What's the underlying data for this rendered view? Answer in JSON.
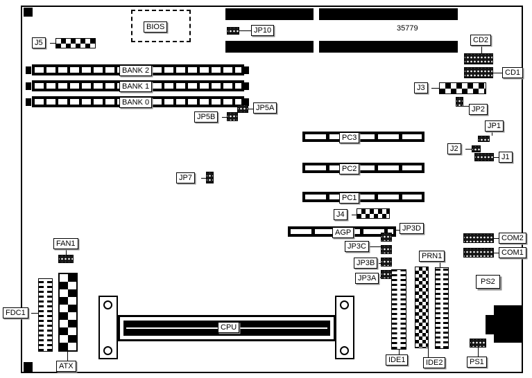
{
  "part_number": "35779",
  "colors": {
    "ink": "#000000",
    "paper": "#ffffff"
  },
  "labels": {
    "bios": "BIOS",
    "j5": "J5",
    "jp10": "JP10",
    "cd2": "CD2",
    "cd1": "CD1",
    "j3": "J3",
    "jp2": "JP2",
    "jp1": "JP1",
    "j2": "J2",
    "j1": "J1",
    "bank2": "BANK 2",
    "bank1": "BANK 1",
    "bank0": "BANK 0",
    "jp5b": "JP5B",
    "jp5a": "JP5A",
    "pc3": "PC3",
    "pc2": "PC2",
    "pc1": "PC1",
    "jp7": "JP7",
    "j4": "J4",
    "agp": "AGP",
    "jp3d": "JP3D",
    "jp3c": "JP3C",
    "jp3b": "JP3B",
    "jp3a": "JP3A",
    "com2": "COM2",
    "com1": "COM1",
    "prn1": "PRN1",
    "ps2": "PS2",
    "fan1": "FAN1",
    "fdc1": "FDC1",
    "atx": "ATX",
    "cpu": "CPU",
    "ide1": "IDE1",
    "ide2": "IDE2",
    "ps1": "PS1"
  }
}
